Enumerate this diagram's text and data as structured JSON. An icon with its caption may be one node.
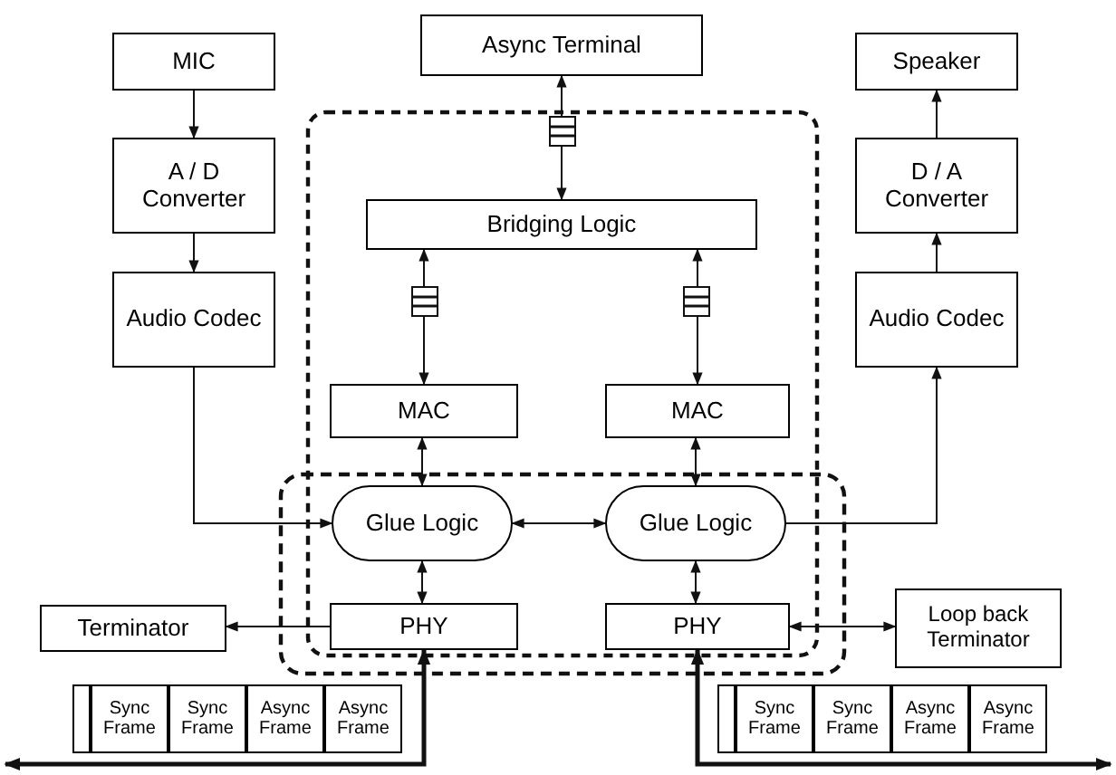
{
  "diagram": {
    "nodes": [
      {
        "text": [
          "MIC"
        ]
      },
      {
        "text": [
          "A / D Converter"
        ]
      },
      {
        "text": [
          "Audio Codec"
        ]
      },
      {
        "text": [
          "Async Terminal"
        ]
      },
      {
        "text": [
          "Bridging Logic"
        ]
      },
      {
        "text": [
          "MAC"
        ]
      },
      {
        "text": [
          "MAC"
        ]
      },
      {
        "text": [
          "Glue Logic"
        ]
      },
      {
        "text": [
          "Glue Logic"
        ]
      },
      {
        "text": [
          "PHY"
        ]
      },
      {
        "text": [
          "PHY"
        ]
      },
      {
        "text": [
          "Terminator"
        ]
      },
      {
        "text": [
          "Loop back Terminator"
        ]
      },
      {
        "text": [
          "Speaker"
        ]
      },
      {
        "text": [
          "D / A Converter"
        ]
      },
      {
        "text": [
          "Audio Codec"
        ]
      },
      {
        "text": [],
        "shape": "box"
      },
      {
        "text": [
          "Sync Frame"
        ]
      },
      {
        "text": [
          "Sync Frame"
        ]
      },
      {
        "text": [
          "Async Frame"
        ]
      },
      {
        "text": [
          "Async Frame"
        ]
      },
      {
        "text": [],
        "shape": "box"
      },
      {
        "text": [
          "Sync Frame"
        ]
      },
      {
        "text": [
          "Sync Frame"
        ]
      },
      {
        "text": [
          "Async Frame"
        ]
      },
      {
        "text": [
          "Async Frame"
        ]
      }
    ],
    "edges": [
      {
        "from": 0,
        "to": 1,
        "arrow": "to"
      },
      {
        "from": 1,
        "to": 2,
        "arrow": "to"
      },
      {
        "from": 2,
        "to": 7,
        "arrow": "to"
      },
      {
        "from": 3,
        "to": 4,
        "arrow": "both"
      },
      {
        "from": 4,
        "to": 5,
        "arrow": "both"
      },
      {
        "from": 4,
        "to": 6,
        "arrow": "both"
      },
      {
        "from": 5,
        "to": 7,
        "arrow": "both"
      },
      {
        "from": 6,
        "to": 8,
        "arrow": "both"
      },
      {
        "from": 7,
        "to": 8,
        "arrow": "both"
      },
      {
        "from": 7,
        "to": 9,
        "arrow": "both"
      },
      {
        "from": 8,
        "to": 10,
        "arrow": "both"
      },
      {
        "from": 9,
        "to": 11,
        "arrow": "to"
      },
      {
        "from": 10,
        "to": 12,
        "arrow": "both"
      },
      {
        "from": 8,
        "to": 15,
        "arrow": "to"
      },
      {
        "from": 15,
        "to": 14,
        "arrow": "to"
      },
      {
        "from": 14,
        "to": 13,
        "arrow": "to"
      },
      {
        "from": 9,
        "to": null,
        "arrow": "both",
        "style": "thick"
      },
      {
        "from": 10,
        "to": null,
        "arrow": "both",
        "style": "thick"
      }
    ]
  }
}
